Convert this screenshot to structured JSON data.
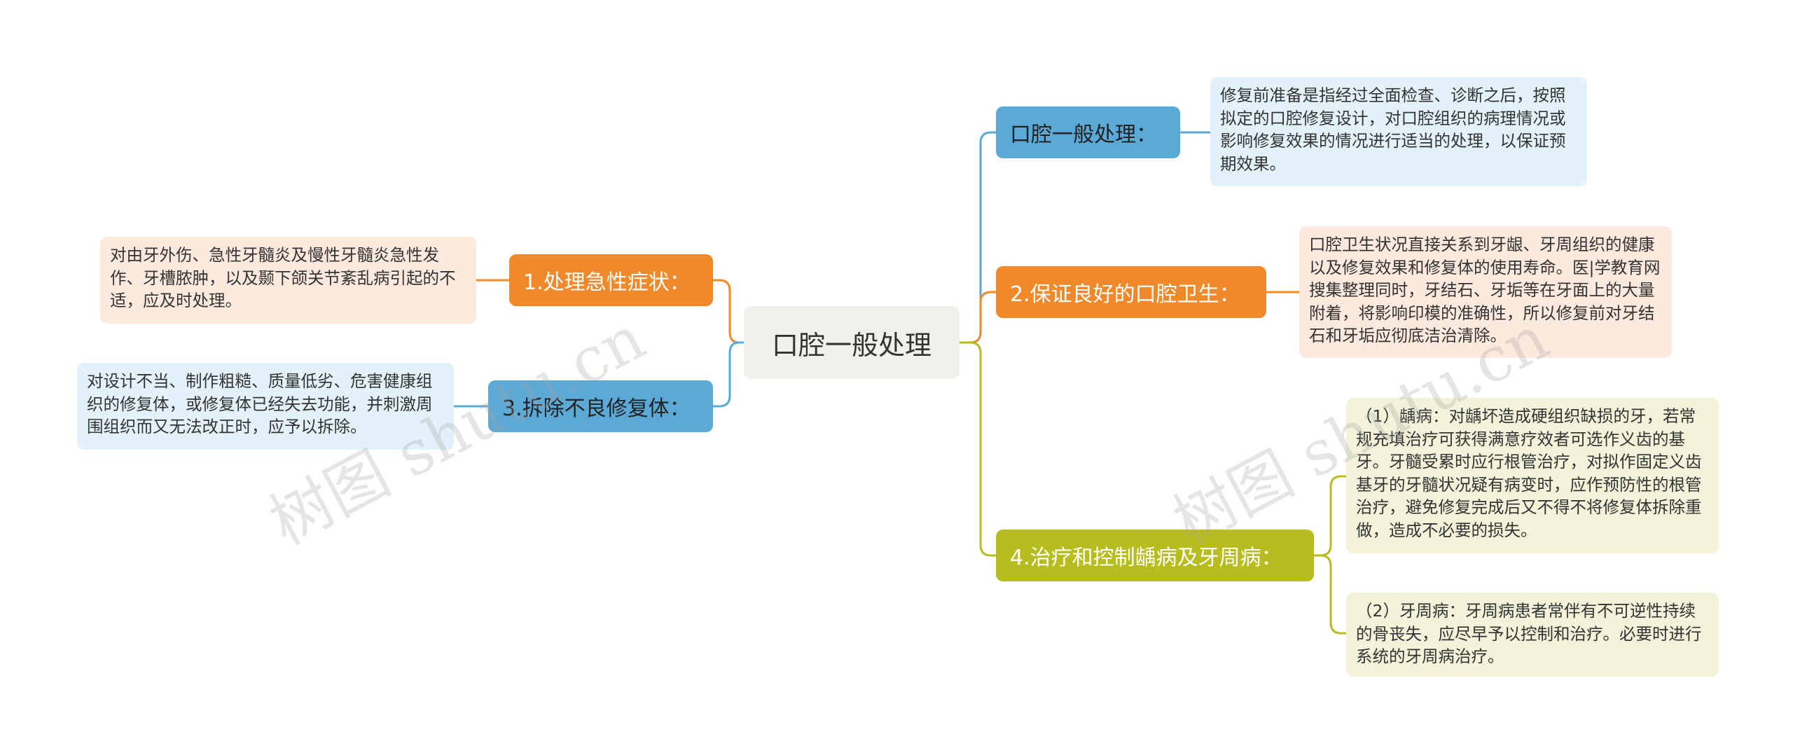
{
  "root": {
    "label": "口腔一般处理"
  },
  "branches": {
    "b1": {
      "label": "口腔一般处理：",
      "leaf": "修复前准备是指经过全面检查、诊断之后，按照拟定的口腔修复设计，对口腔组织的病理情况或影响修复效果的情况进行适当的处理，以保证预期效果。"
    },
    "b2": {
      "label": "2.保证良好的口腔卫生：",
      "leaf": "口腔卫生状况直接关系到牙龈、牙周组织的健康以及修复效果和修复体的使用寿命。医|学教育网搜集整理同时，牙结石、牙垢等在牙面上的大量附着，将影响印模的准确性，所以修复前对牙结石和牙垢应彻底洁治清除。"
    },
    "b3": {
      "label": "4.治疗和控制龋病及牙周病：",
      "leaf1": "（1）龋病：对龋坏造成硬组织缺损的牙，若常规充填治疗可获得满意疗效者可选作义齿的基牙。牙髓受累时应行根管治疗，对拟作固定义齿基牙的牙髓状况疑有病变时，应作预防性的根管治疗，避免修复完成后又不得不将修复体拆除重做，造成不必要的损失。",
      "leaf2": "（2）牙周病：牙周病患者常伴有不可逆性持续的骨丧失，应尽早予以控制和治疗。必要时进行系统的牙周病治疗。"
    },
    "b4": {
      "label": "1.处理急性症状：",
      "leaf": "对由牙外伤、急性牙髓炎及慢性牙髓炎急性发作、牙槽脓肿，以及颞下颌关节紊乱病引起的不适，应及时处理。"
    },
    "b5": {
      "label": "3.拆除不良修复体：",
      "leaf": "对设计不当、制作粗糙、质量低劣、危害健康组织的修复体，或修复体已经失去功能，并刺激周围组织而又无法改正时，应予以拆除。"
    }
  },
  "watermark": {
    "left": "树图 shutu.cn",
    "right": "树图 shutu.cn"
  },
  "colors": {
    "blue": "#5aa9d6",
    "orange": "#f0892a",
    "olive": "#b7bd1f",
    "root_bg": "#f1f1ec"
  }
}
